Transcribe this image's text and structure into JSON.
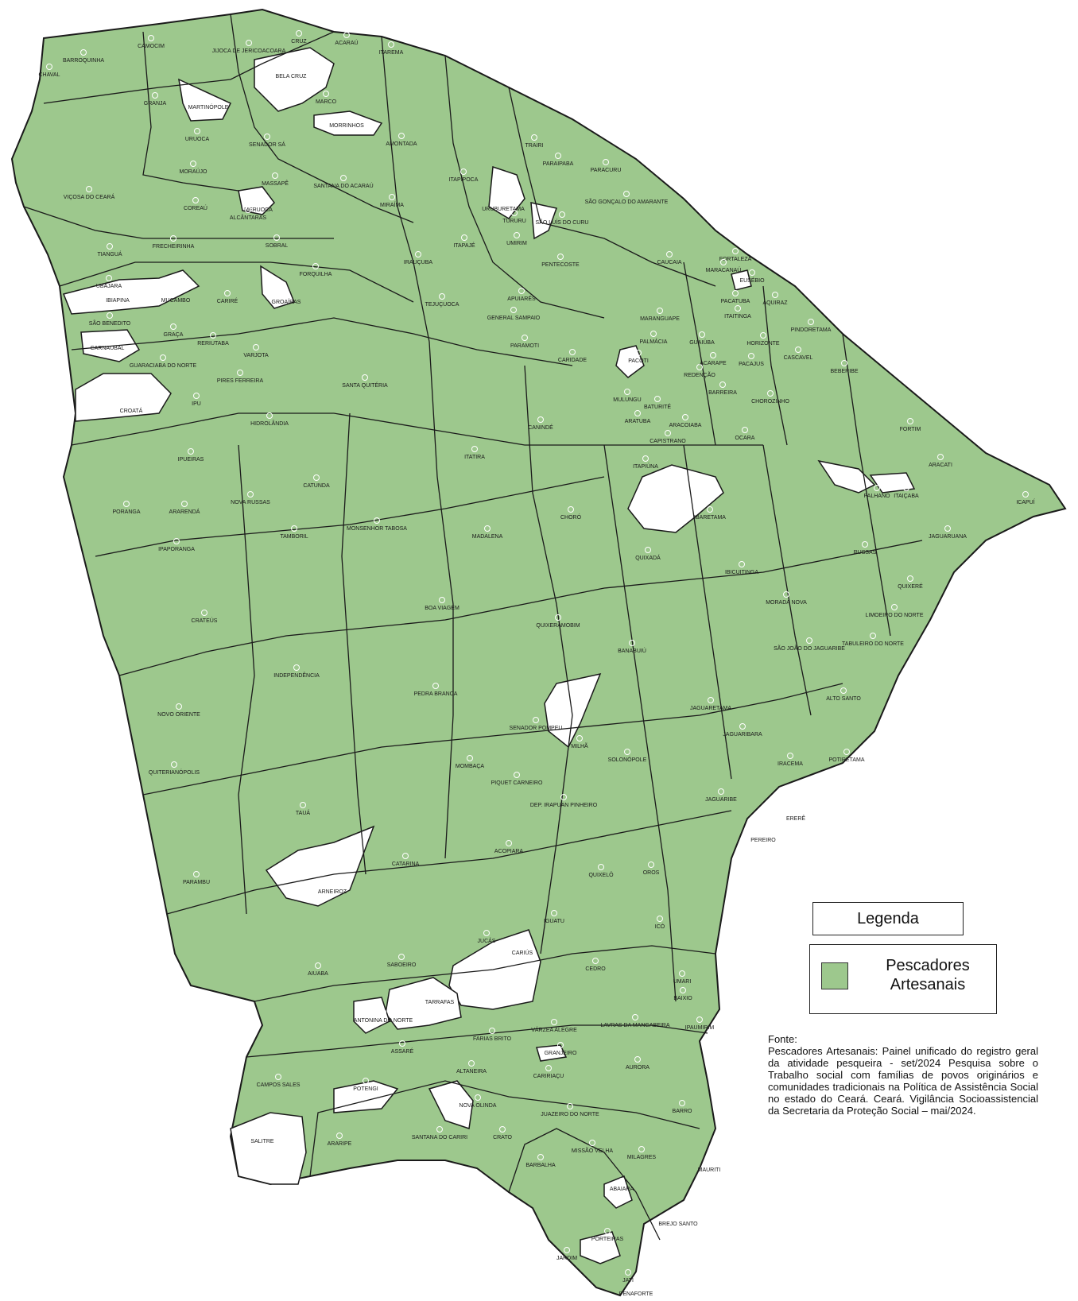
{
  "colors": {
    "covered": "#9dc88d",
    "not_covered": "#ffffff",
    "border": "#1a1a1a",
    "seat": "#ffffff"
  },
  "legend": {
    "title": "Legenda",
    "items": [
      {
        "label": "Pescadores Artesanais",
        "color": "#9dc88d"
      }
    ]
  },
  "source": {
    "heading": "Fonte:",
    "text": "Pescadores Artesanais: Painel unificado do registro geral da atividade pesqueira - set/2024 Pesquisa sobre o Trabalho social com famílias de povos originários e comunidades tradicionais na Política de Assistência Social no estado do Ceará. Ceará. Vigilância Socioassistencial da Secretaria da Proteção Social – mai/2024."
  },
  "municipalities": [
    "CAMOCIM",
    "BARROQUINHA",
    "CHAVAL",
    "GRANJA",
    "MARTINÓPOLE",
    "URUOCA",
    "SENADOR SÁ",
    "JIJOCA DE JERICOACOARA",
    "CRUZ",
    "ACARAÚ",
    "ITAREMA",
    "BELA CRUZ",
    "MARCO",
    "MORRINHOS",
    "AMONTADA",
    "TRAIRI",
    "PARAIPABA",
    "PARACURU",
    "ITAPIPOCA",
    "VIÇOSA DO CEARÁ",
    "MORAÚJO",
    "COREAÚ",
    "MASSAPÊ",
    "SANTANA DO ACARAÚ",
    "MIRAÍMA",
    "URUBURETAMA",
    "TURURU",
    "UMIRIM",
    "SÃO LUÍS DO CURU",
    "SÃO GONÇALO DO AMARANTE",
    "MERUOCA",
    "ALCÂNTARAS",
    "TIANGUÁ",
    "FRECHEIRINHA",
    "SOBRAL",
    "IRAUÇUBA",
    "ITAPAJÉ",
    "PENTECOSTE",
    "CAUCAIA",
    "FORTALEZA",
    "MARACANAÚ",
    "EUSÉBIO",
    "AQUIRAZ",
    "UBAJARA",
    "IBIAPINA",
    "MUCAMBO",
    "CARIRÉ",
    "GROAÍRAS",
    "FORQUILHA",
    "TEJUÇUOCA",
    "APUIARÉS",
    "GENERAL SAMPAIO",
    "MARANGUAPE",
    "PACATUBA",
    "ITAITINGA",
    "PINDORETAMA",
    "SÃO BENEDITO",
    "GRAÇA",
    "CARNAUBAL",
    "RERIUTABA",
    "VARJOTA",
    "GUARACIABA DO NORTE",
    "PIRES FERREIRA",
    "IPU",
    "PARAMOTI",
    "CARIDADE",
    "PALMÁCIA",
    "GUAIÚBA",
    "HORIZONTE",
    "PACAJUS",
    "CASCAVEL",
    "BEBERIBE",
    "PACOTI",
    "REDENÇÃO",
    "ACARAPE",
    "MULUNGU",
    "BARREIRA",
    "CHOROZINHO",
    "ARATUBA",
    "BATURITÉ",
    "ARACOIABA",
    "CAPISTRANO",
    "OCARA",
    "SANTA QUITÉRIA",
    "CROATÁ",
    "HIDROLÂNDIA",
    "CANINDÉ",
    "ITATIRA",
    "ITAPIÚNA",
    "FORTIM",
    "ARACATI",
    "IPUEIRAS",
    "CATUNDA",
    "NOVA RUSSAS",
    "PORANGA",
    "ARARENDÁ",
    "MONSENHOR TABOSA",
    "TAMBORIL",
    "IPAPORANGA",
    "MADALENA",
    "CHORÓ",
    "IBARETAMA",
    "QUIXADÁ",
    "PALHANO",
    "ITAIÇABA",
    "ICAPUÍ",
    "JAGUARUANA",
    "RUSSAS",
    "IBICUITINGA",
    "QUIXERÉ",
    "MORADA NOVA",
    "LIMOEIRO DO NORTE",
    "CRATEÚS",
    "BOA VIAGEM",
    "QUIXERAMOBIM",
    "TABULEIRO DO NORTE",
    "SÃO JOÃO DO JAGUARIBE",
    "BANABUIÚ",
    "INDEPENDÊNCIA",
    "PEDRA BRANCA",
    "ALTO SANTO",
    "NOVO ORIENTE",
    "SENADOR POMPEU",
    "MILHÃ",
    "JAGUARETAMA",
    "JAGUARIBARA",
    "QUITERIANÓPOLIS",
    "MOMBAÇA",
    "PIQUET CARNEIRO",
    "SOLONÓPOLE",
    "IRACEMA",
    "POTIRETAMA",
    "DEP. IRAPUAN PINHEIRO",
    "JAGUARIBE",
    "TAUÁ",
    "ERERÊ",
    "PEREIRO",
    "ACOPIARA",
    "PARAMBU",
    "CATARINA",
    "QUIXELÔ",
    "OROS",
    "ARNEIROZ",
    "IGUATU",
    "ICÓ",
    "JUCÁS",
    "CARIÚS",
    "AIUABA",
    "SABOEIRO",
    "CEDRO",
    "UMARI",
    "BAIXIO",
    "TARRAFAS",
    "ANTONINA DO NORTE",
    "LAVRAS DA MANGABEIRA",
    "IPAUMIRIM",
    "VÁRZEA ALEGRE",
    "FARIAS BRITO",
    "ASSARÉ",
    "GRANJEIRO",
    "CAMPOS SALES",
    "ALTANEIRA",
    "AURORA",
    "CARIRIAÇU",
    "POTENGI",
    "NOVA OLINDA",
    "JUAZEIRO DO NORTE",
    "SALITRE",
    "ARARIPE",
    "SANTANA DO CARIRI",
    "CRATO",
    "BARRO",
    "MISSÃO VELHA",
    "MILAGRES",
    "BARBALHA",
    "ABAIARA",
    "MAURITI",
    "PORTEIRAS",
    "BREJO SANTO",
    "JARDIM",
    "JATI",
    "PENAFORTE"
  ]
}
